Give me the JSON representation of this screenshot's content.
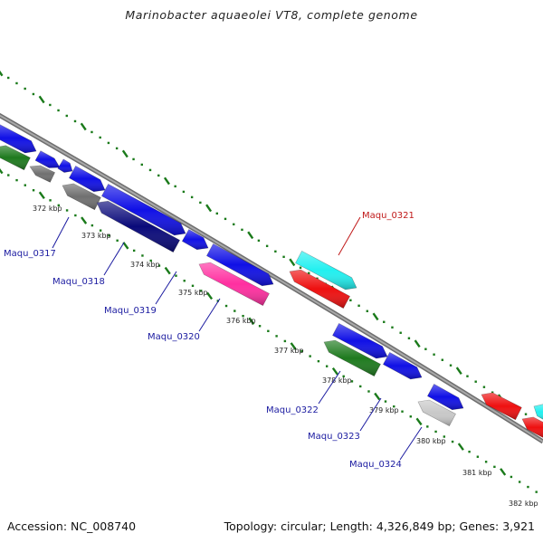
{
  "title": "Marinobacter aquaeolei VT8, complete genome",
  "footer": {
    "accession": "Accession: NC_008740",
    "topology": "Topology: circular; Length: 4,326,849 bp; Genes: 3,921"
  },
  "kbp_labels": [
    "372 kbp",
    "373 kbp",
    "374 kbp",
    "375 kbp",
    "376 kbp",
    "377 kbp",
    "378 kbp",
    "379 kbp",
    "380 kbp",
    "381 kbp",
    "382 kbp"
  ],
  "gene_labels": [
    "Maqu_0317",
    "Maqu_0318",
    "Maqu_0319",
    "Maqu_0320",
    "Maqu_0321",
    "Maqu_0322",
    "Maqu_0323",
    "Maqu_0324"
  ],
  "colors": {
    "forward": "#1010e6",
    "navy": "#0a0a7a",
    "green": "#1e7a1e",
    "gray": "#707070",
    "light_gray": "#c8c8c8",
    "magenta": "#ff2fa0",
    "cyan": "#22f0f0",
    "red": "#ee1010",
    "ruler": "#1a7a1a",
    "backbone": "#8a8a8a",
    "label_blue": "#1a1aa0",
    "label_red": "#c01818"
  }
}
